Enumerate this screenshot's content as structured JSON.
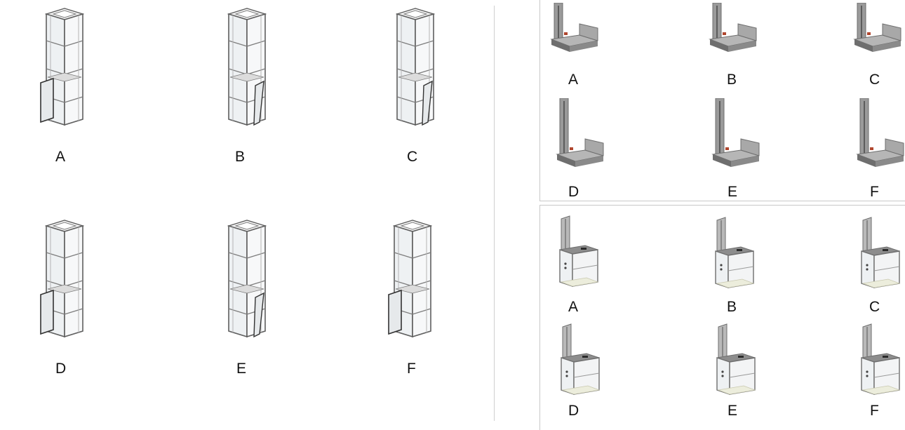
{
  "left_panel": {
    "title": "",
    "cabins": [
      {
        "label": "A",
        "door": "left-open"
      },
      {
        "label": "B",
        "door": "right-open"
      },
      {
        "label": "C",
        "door": "right-open"
      },
      {
        "label": "D",
        "door": "left-open"
      },
      {
        "label": "E",
        "door": "right-open"
      },
      {
        "label": "F",
        "door": "left-open"
      }
    ]
  },
  "right_top_panel": {
    "platforms": [
      {
        "label": "A"
      },
      {
        "label": "B"
      },
      {
        "label": "C"
      },
      {
        "label": "D"
      },
      {
        "label": "E"
      },
      {
        "label": "F"
      }
    ]
  },
  "right_bottom_panel": {
    "lifts": [
      {
        "label": "A"
      },
      {
        "label": "B"
      },
      {
        "label": "C"
      },
      {
        "label": "D"
      },
      {
        "label": "E"
      },
      {
        "label": "F"
      }
    ]
  },
  "colors": {
    "frame": "#7d7d7d",
    "frame_dark": "#5f5f5f",
    "glass": "#eef1f3",
    "platform": "#9a9a9a",
    "platform_dark": "#6e6e6e",
    "accent_red": "#b0462e",
    "floor_light": "#eceddc"
  }
}
